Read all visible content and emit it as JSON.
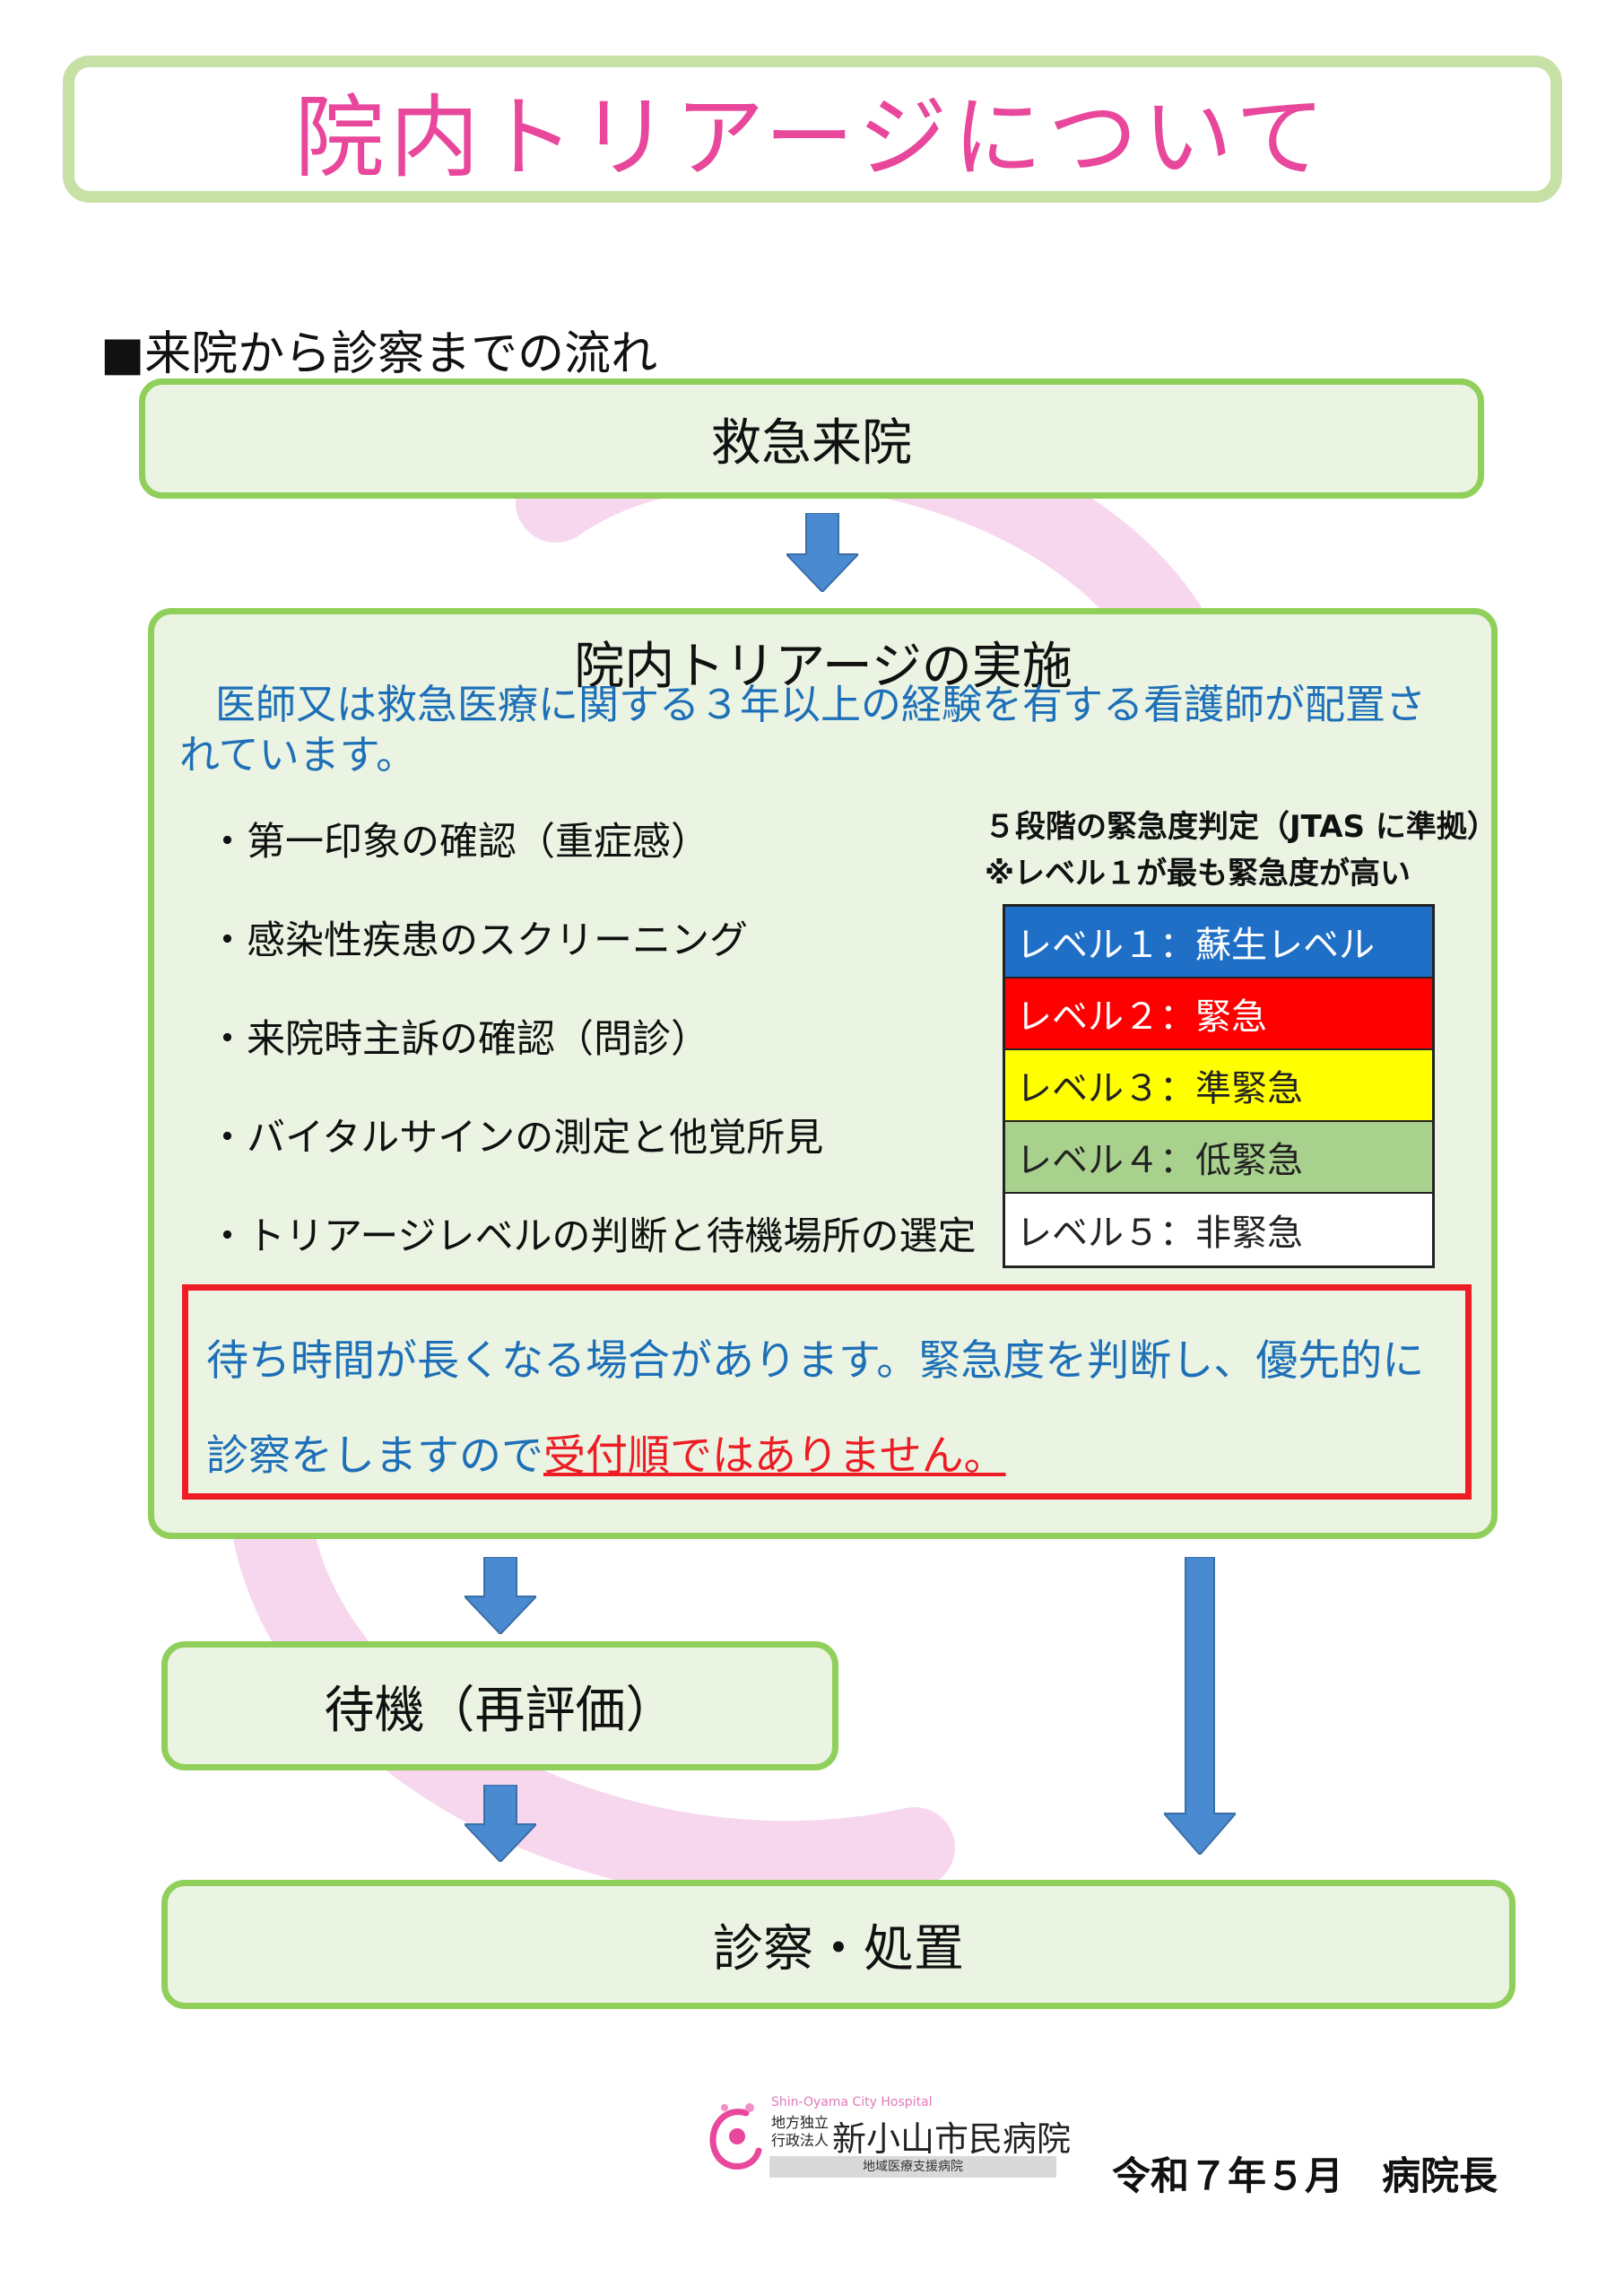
{
  "title": "院内トリアージについて",
  "section_heading": "■来院から診察までの流れ",
  "flow": {
    "step1": "救急来院",
    "step_wait": "待機（再評価）",
    "step_final": "診察・処置"
  },
  "main": {
    "heading": "院内トリアージの実施",
    "description": "医師又は救急医療に関する３年以上の経験を有する看護師が配置されています。",
    "bullets": [
      "・第一印象の確認（重症感）",
      "・感染性疾患のスクリーニング",
      "・来院時主訴の確認（問診）",
      "・バイタルサインの測定と他覚所見",
      "・トリアージレベルの判断と待機場所の選定"
    ],
    "level_note_1": "５段階の緊急度判定（JTAS に準拠）",
    "level_note_2": "※レベル１が最も緊急度が高い",
    "levels": [
      {
        "label": "レベル１：蘇生レベル",
        "color": "#1f6fc6",
        "text_color": "#ffffff"
      },
      {
        "label": "レベル２：緊急",
        "color": "#ff0000",
        "text_color": "#ffffff"
      },
      {
        "label": "レベル３：準緊急",
        "color": "#ffff00",
        "text_color": "#222222"
      },
      {
        "label": "レベル４：低緊急",
        "color": "#a9d18e",
        "text_color": "#222222"
      },
      {
        "label": "レベル５：非緊急",
        "color": "#ffffff",
        "text_color": "#222222"
      }
    ],
    "warning_line1": "待ち時間が長くなる場合があります。緊急度を判断し、優先的に",
    "warning_line2_prefix": "診察をしますので",
    "warning_line2_red": "受付順ではありません。"
  },
  "footer": {
    "logo_en": "Shin-Oyama City Hospital",
    "logo_small_1": "地方独立",
    "logo_small_2": "行政法人",
    "logo_name": "新小山市民病院",
    "logo_sub": "地域医療支援病院",
    "date_signature": "令和７年５月　病院長"
  },
  "colors": {
    "title_pink": "#e8479b",
    "box_green_border": "#8fcf5a",
    "box_green_fill": "#ebf3e2",
    "arrow_blue": "#4a8ad0",
    "warning_red": "#ee1c24",
    "text_blue": "#1d70b8"
  },
  "icons": [
    "arrow-down-icon",
    "hospital-logo-icon"
  ]
}
